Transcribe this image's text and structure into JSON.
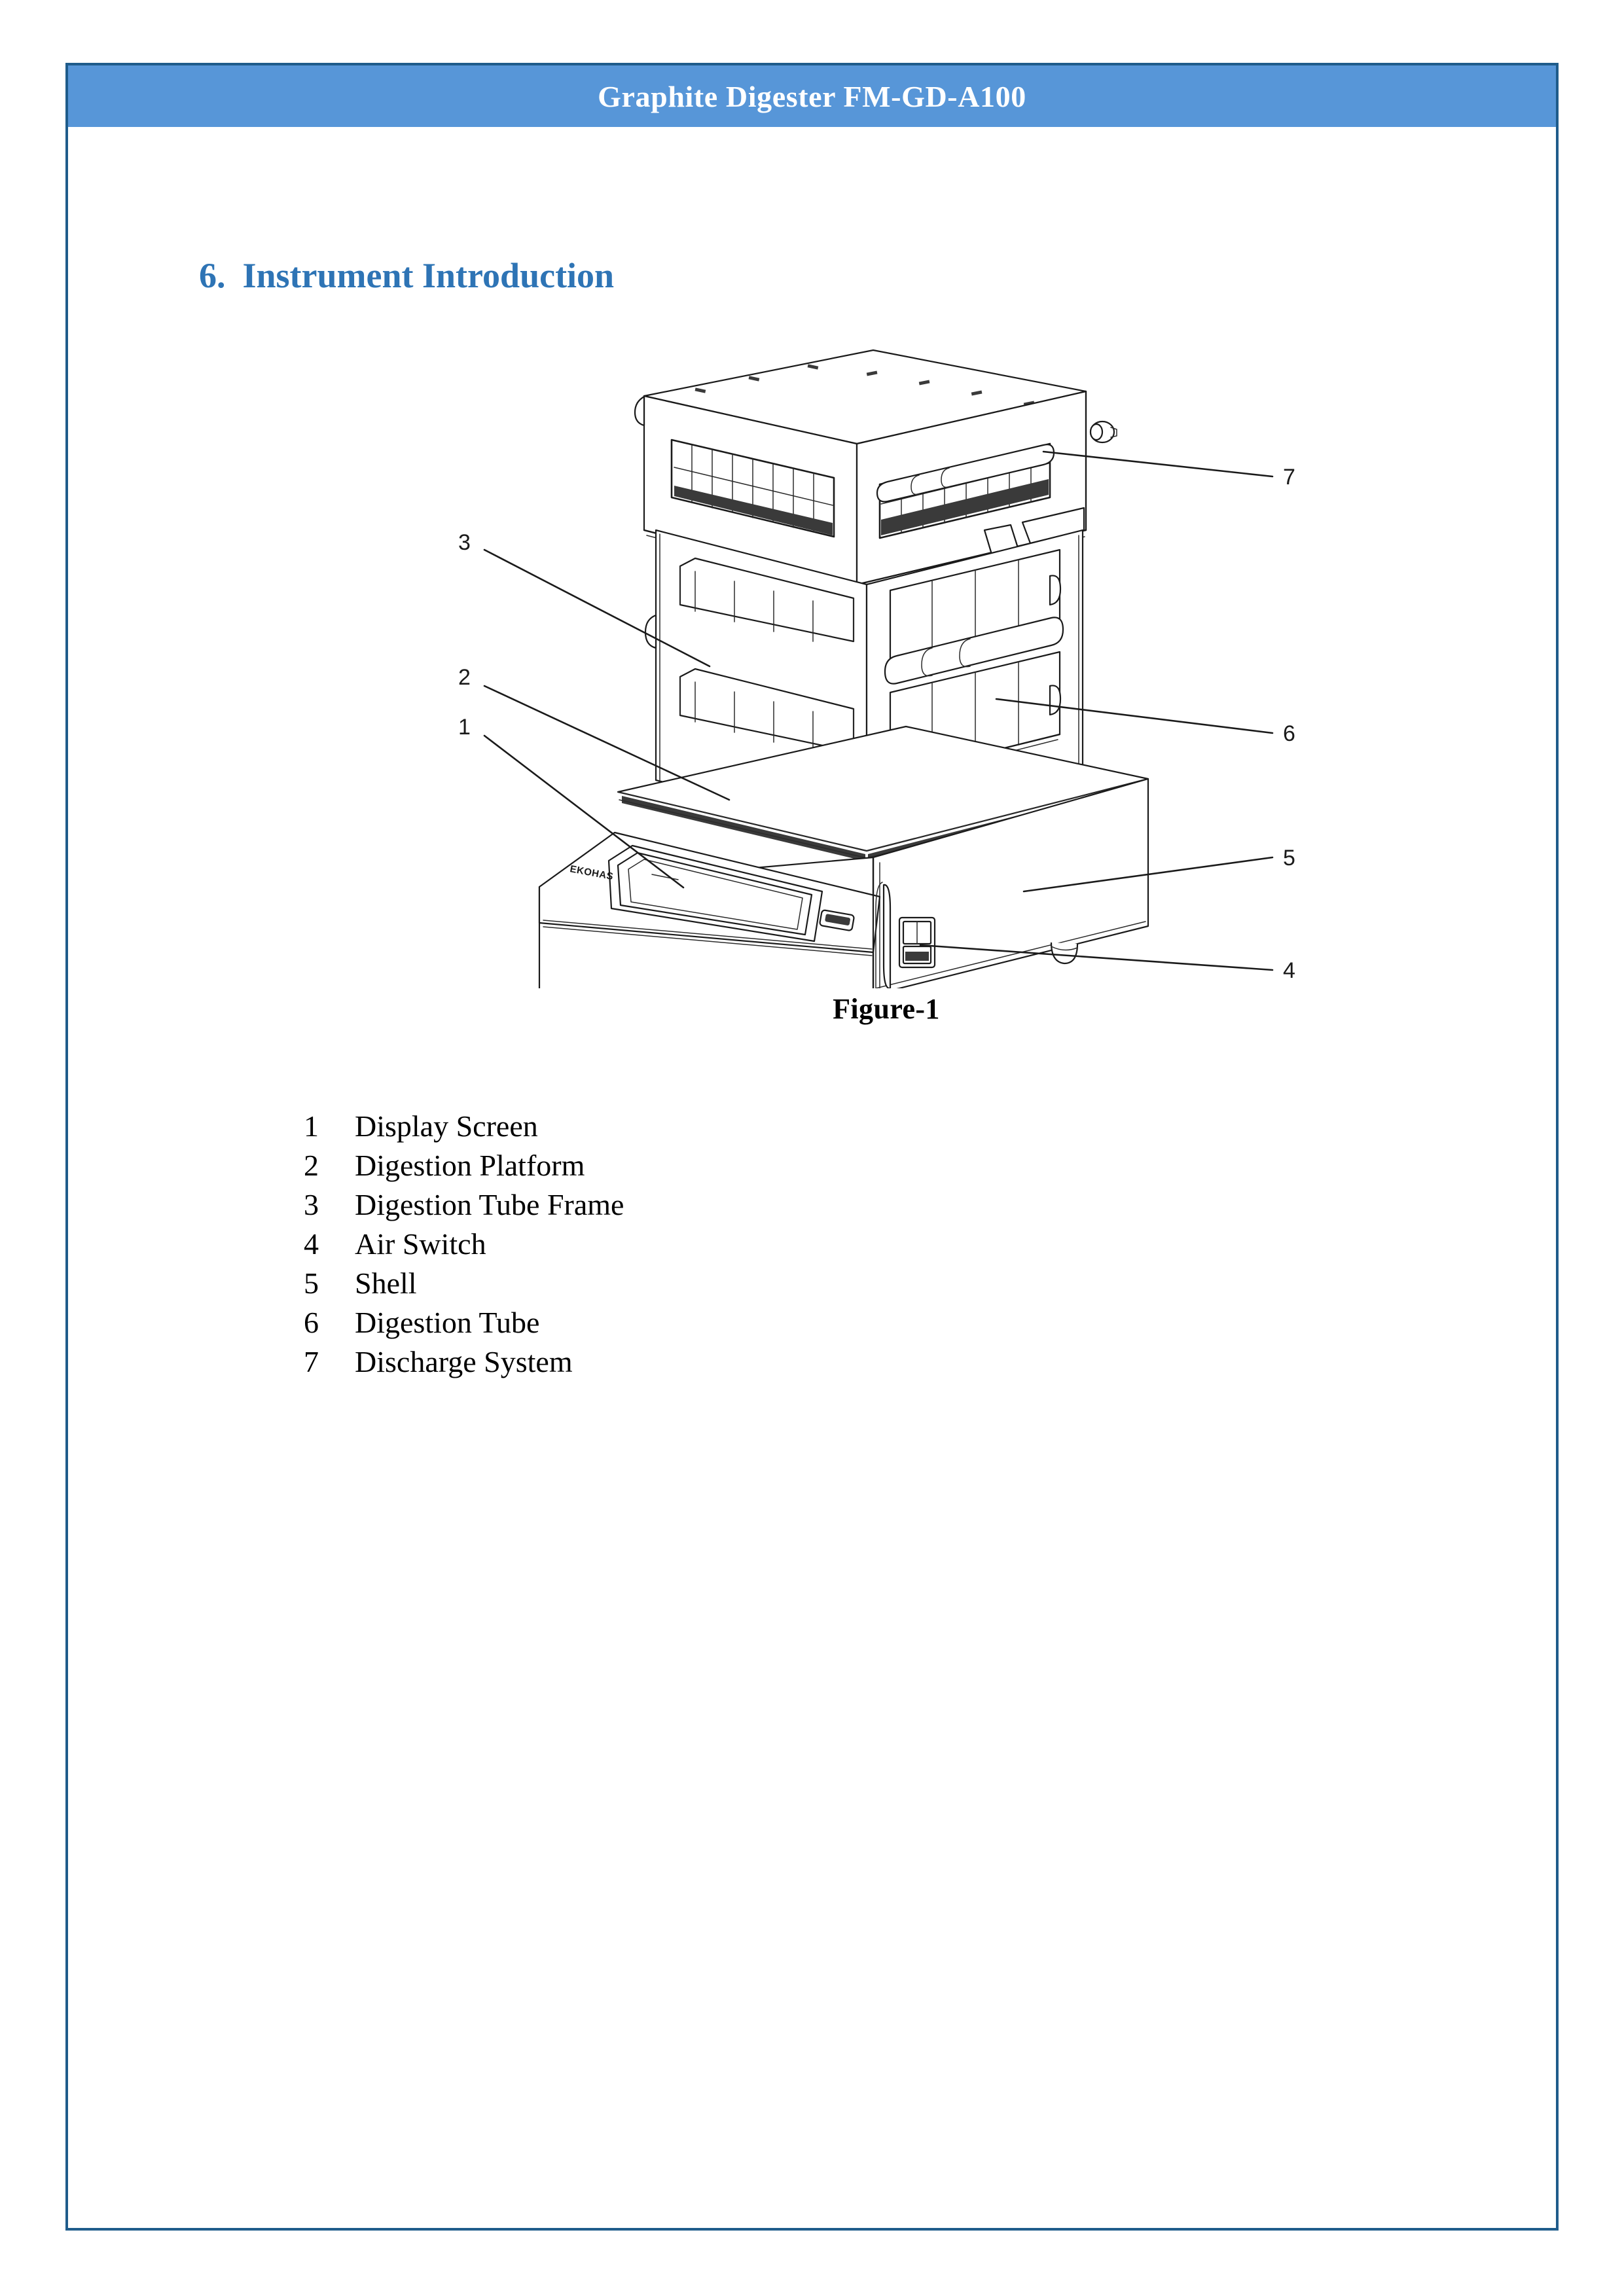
{
  "document": {
    "header_title": "Graphite Digester FM-GD-A100",
    "section": {
      "number": "6.",
      "title": "Instrument Introduction"
    },
    "figure": {
      "caption": "Figure-1",
      "device_logo_text": "EKOHAS",
      "callouts": [
        {
          "number": "7",
          "side": "right",
          "target": "discharge-system"
        },
        {
          "number": "3",
          "side": "left",
          "target": "digestion-tube-frame"
        },
        {
          "number": "6",
          "side": "right",
          "target": "digestion-tube"
        },
        {
          "number": "2",
          "side": "left",
          "target": "digestion-platform"
        },
        {
          "number": "1",
          "side": "left",
          "target": "display-screen"
        },
        {
          "number": "5",
          "side": "right",
          "target": "shell"
        },
        {
          "number": "4",
          "side": "right",
          "target": "air-switch"
        }
      ]
    },
    "legend": [
      {
        "number": "1",
        "label": "Display Screen"
      },
      {
        "number": "2",
        "label": "Digestion Platform"
      },
      {
        "number": "3",
        "label": "Digestion Tube Frame"
      },
      {
        "number": "4",
        "label": "Air Switch"
      },
      {
        "number": "5",
        "label": "Shell"
      },
      {
        "number": "6",
        "label": "Digestion Tube"
      },
      {
        "number": "7",
        "label": "Discharge System"
      }
    ]
  },
  "colors": {
    "banner_background": "#5796D8",
    "banner_text": "#FFFFFF",
    "page_border": "#1F5C8B",
    "heading_text": "#2E74B5",
    "body_text": "#000000",
    "drawing_stroke": "#1A1A1A"
  }
}
